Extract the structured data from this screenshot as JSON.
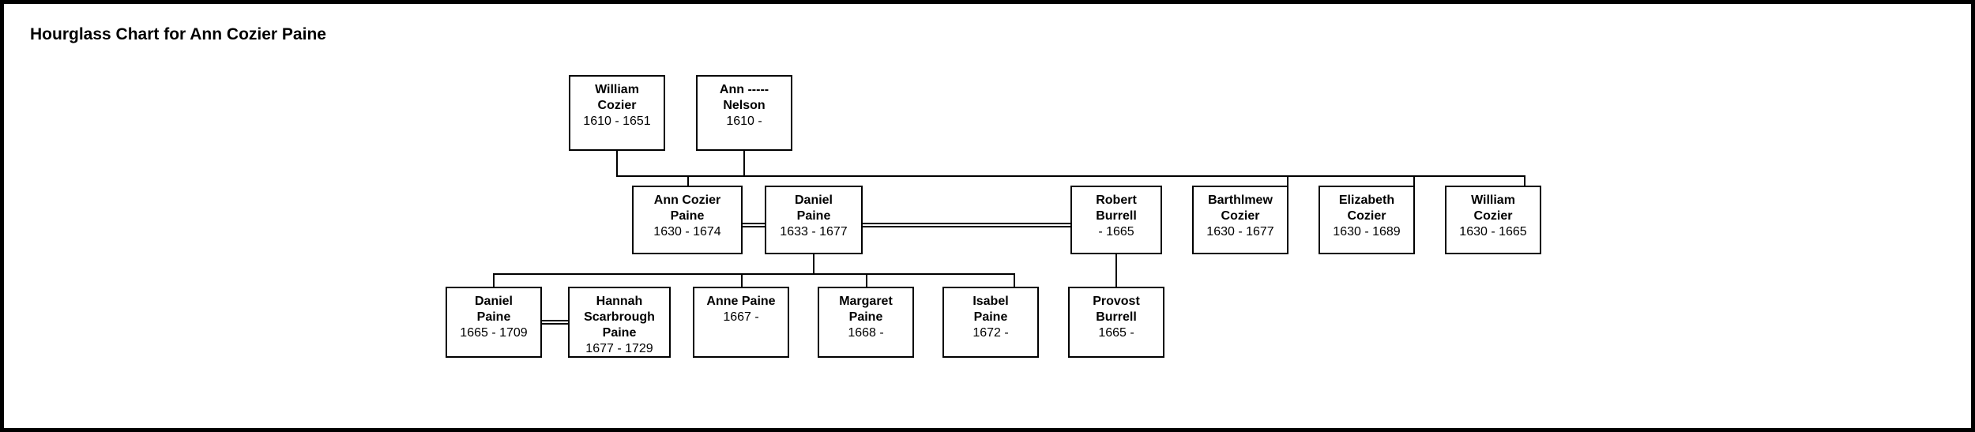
{
  "chart": {
    "title": "Hourglass Chart for Ann Cozier Paine",
    "type": "genealogy-hourglass-chart",
    "border_color": "#000000",
    "box_border_color": "#000000",
    "background_color": "#ffffff",
    "line_color": "#000000"
  },
  "generations": [
    {
      "label": "grandparents",
      "people": [
        {
          "id": "william-cozier-1610",
          "name": "William\nCozier",
          "dates": "1610 - 1651"
        },
        {
          "id": "ann-nelson-1610",
          "name": "Ann -----\nNelson",
          "dates": "1610 -"
        }
      ]
    },
    {
      "label": "parents-and-siblings",
      "people": [
        {
          "id": "ann-cozier-paine",
          "name": "Ann Cozier\nPaine",
          "dates": "1630 - 1674"
        },
        {
          "id": "daniel-paine-1633",
          "name": "Daniel\nPaine",
          "dates": "1633 - 1677"
        },
        {
          "id": "robert-burrell",
          "name": "Robert\nBurrell",
          "dates": "- 1665"
        },
        {
          "id": "barthlmew-cozier",
          "name": "Barthlmew\nCozier",
          "dates": "1630 - 1677"
        },
        {
          "id": "elizabeth-cozier",
          "name": "Elizabeth\nCozier",
          "dates": "1630 - 1689"
        },
        {
          "id": "william-cozier-1630",
          "name": "William\nCozier",
          "dates": "1630 - 1665"
        }
      ]
    },
    {
      "label": "children",
      "people": [
        {
          "id": "daniel-paine-1665",
          "name": "Daniel\nPaine",
          "dates": "1665 - 1709"
        },
        {
          "id": "hannah-scarbrough-paine",
          "name": "Hannah\nScarbrough\nPaine",
          "dates": "1677 - 1729"
        },
        {
          "id": "anne-paine",
          "name": "Anne Paine",
          "dates": "1667 -"
        },
        {
          "id": "margaret-paine",
          "name": "Margaret\nPaine",
          "dates": "1668 -"
        },
        {
          "id": "isabel-paine",
          "name": "Isabel\nPaine",
          "dates": "1672 -"
        },
        {
          "id": "provost-burrell",
          "name": "Provost\nBurrell",
          "dates": "1665 -"
        }
      ]
    }
  ],
  "marriages": [
    {
      "id": "m-cozier-nelson",
      "spouse_a": "william-cozier-1610",
      "spouse_b": "ann-nelson-1610"
    },
    {
      "id": "m-ann-daniel",
      "spouse_a": "ann-cozier-paine",
      "spouse_b": "daniel-paine-1633"
    },
    {
      "id": "m-daniel-robert",
      "spouse_a": "daniel-paine-1633",
      "spouse_b": "robert-burrell"
    },
    {
      "id": "m-daniel-hannah",
      "spouse_a": "daniel-paine-1665",
      "spouse_b": "hannah-scarbrough-paine"
    }
  ]
}
